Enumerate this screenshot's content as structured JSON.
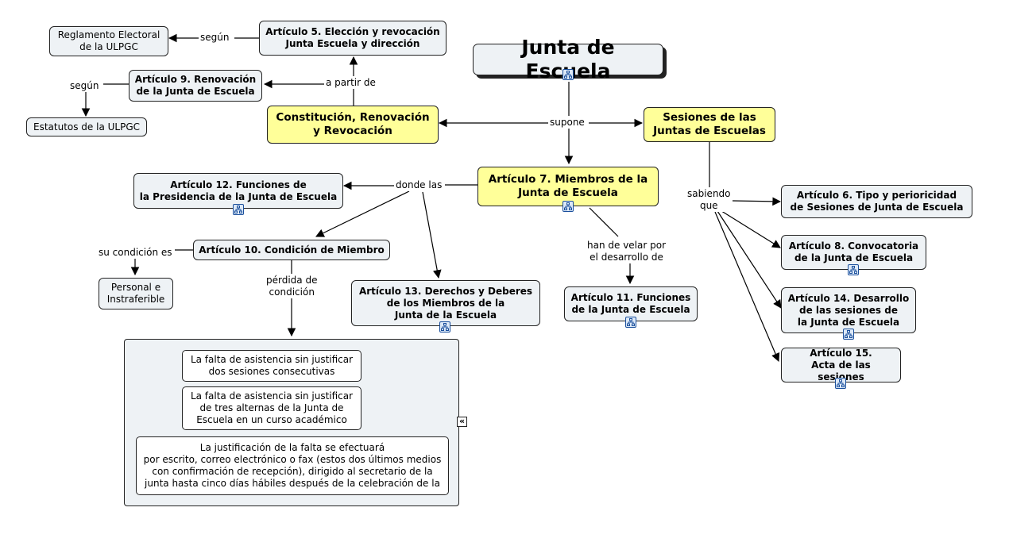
{
  "title": "Junta de Escuela",
  "nodes": {
    "reglamento": "Reglamento Electoral\nde la ULPGC",
    "art5": "Artículo 5. Elección y revocación\nJunta Escuela y dirección",
    "art9": "Artículo 9. Renovación\nde la Junta de Escuela",
    "estatutos": "Estatutos de la ULPGC",
    "constitucion": "Constitución, Renovación\ny Revocación",
    "sesiones": "Sesiones de las\nJuntas de Escuelas",
    "art7": "Artículo 7. Miembros de la\nJunta de Escuela",
    "art12": "Artículo 12. Funciones de\nla Presidencia de la Junta de Escuela",
    "art10": "Artículo 10. Condición de Miembro",
    "personal": "Personal e\nInstraferible",
    "art13": "Artículo 13. Derechos y Deberes\nde los Miembros de la\nJunta de la Escuela",
    "art11": "Artículo 11. Funciones\nde la Junta de Escuela",
    "art6": "Artículo 6. Tipo y perioricidad\nde  Sesiones de  Junta de Escuela",
    "art8": "Artículo 8. Convocatoria\nde la Junta de Escuela",
    "art14": "Artículo 14. Desarrollo\nde las sesiones de\nla Junta de Escuela",
    "art15": "Artículo 15.\nActa de las sesiones"
  },
  "container_items": [
    "La falta de asistencia sin justificar\ndos sesiones consecutivas",
    "La falta de asistencia sin justificar\nde tres alternas de la Junta de\nEscuela en un curso académico",
    "La justificación de la falta se efectuará\npor escrito, correo electrónico o fax (estos dos últimos medios\ncon confirmación de recepción), dirigido al secretario de la\njunta hasta cinco días hábiles después de la celebración de la"
  ],
  "labels": {
    "segun1": "según",
    "segun2": "según",
    "a_partir_de": "a partir de",
    "supone": "supone",
    "donde_las": "donde las",
    "sabiendo_que": "sabiendo\nque",
    "su_condicion_es": "su condición es",
    "perdida": "pérdida de\ncondición",
    "han_de_velar": "han de velar por\nel desarrollo de"
  },
  "icons": {
    "submap": "submap-icon",
    "collapse": "collapse-chevrons-icon"
  },
  "collapse_glyph": "«",
  "colors": {
    "node_fill": "#eef2f5",
    "highlight_fill": "#ffff99",
    "border": "#222222",
    "icon_blue": "#1a4f9c"
  }
}
